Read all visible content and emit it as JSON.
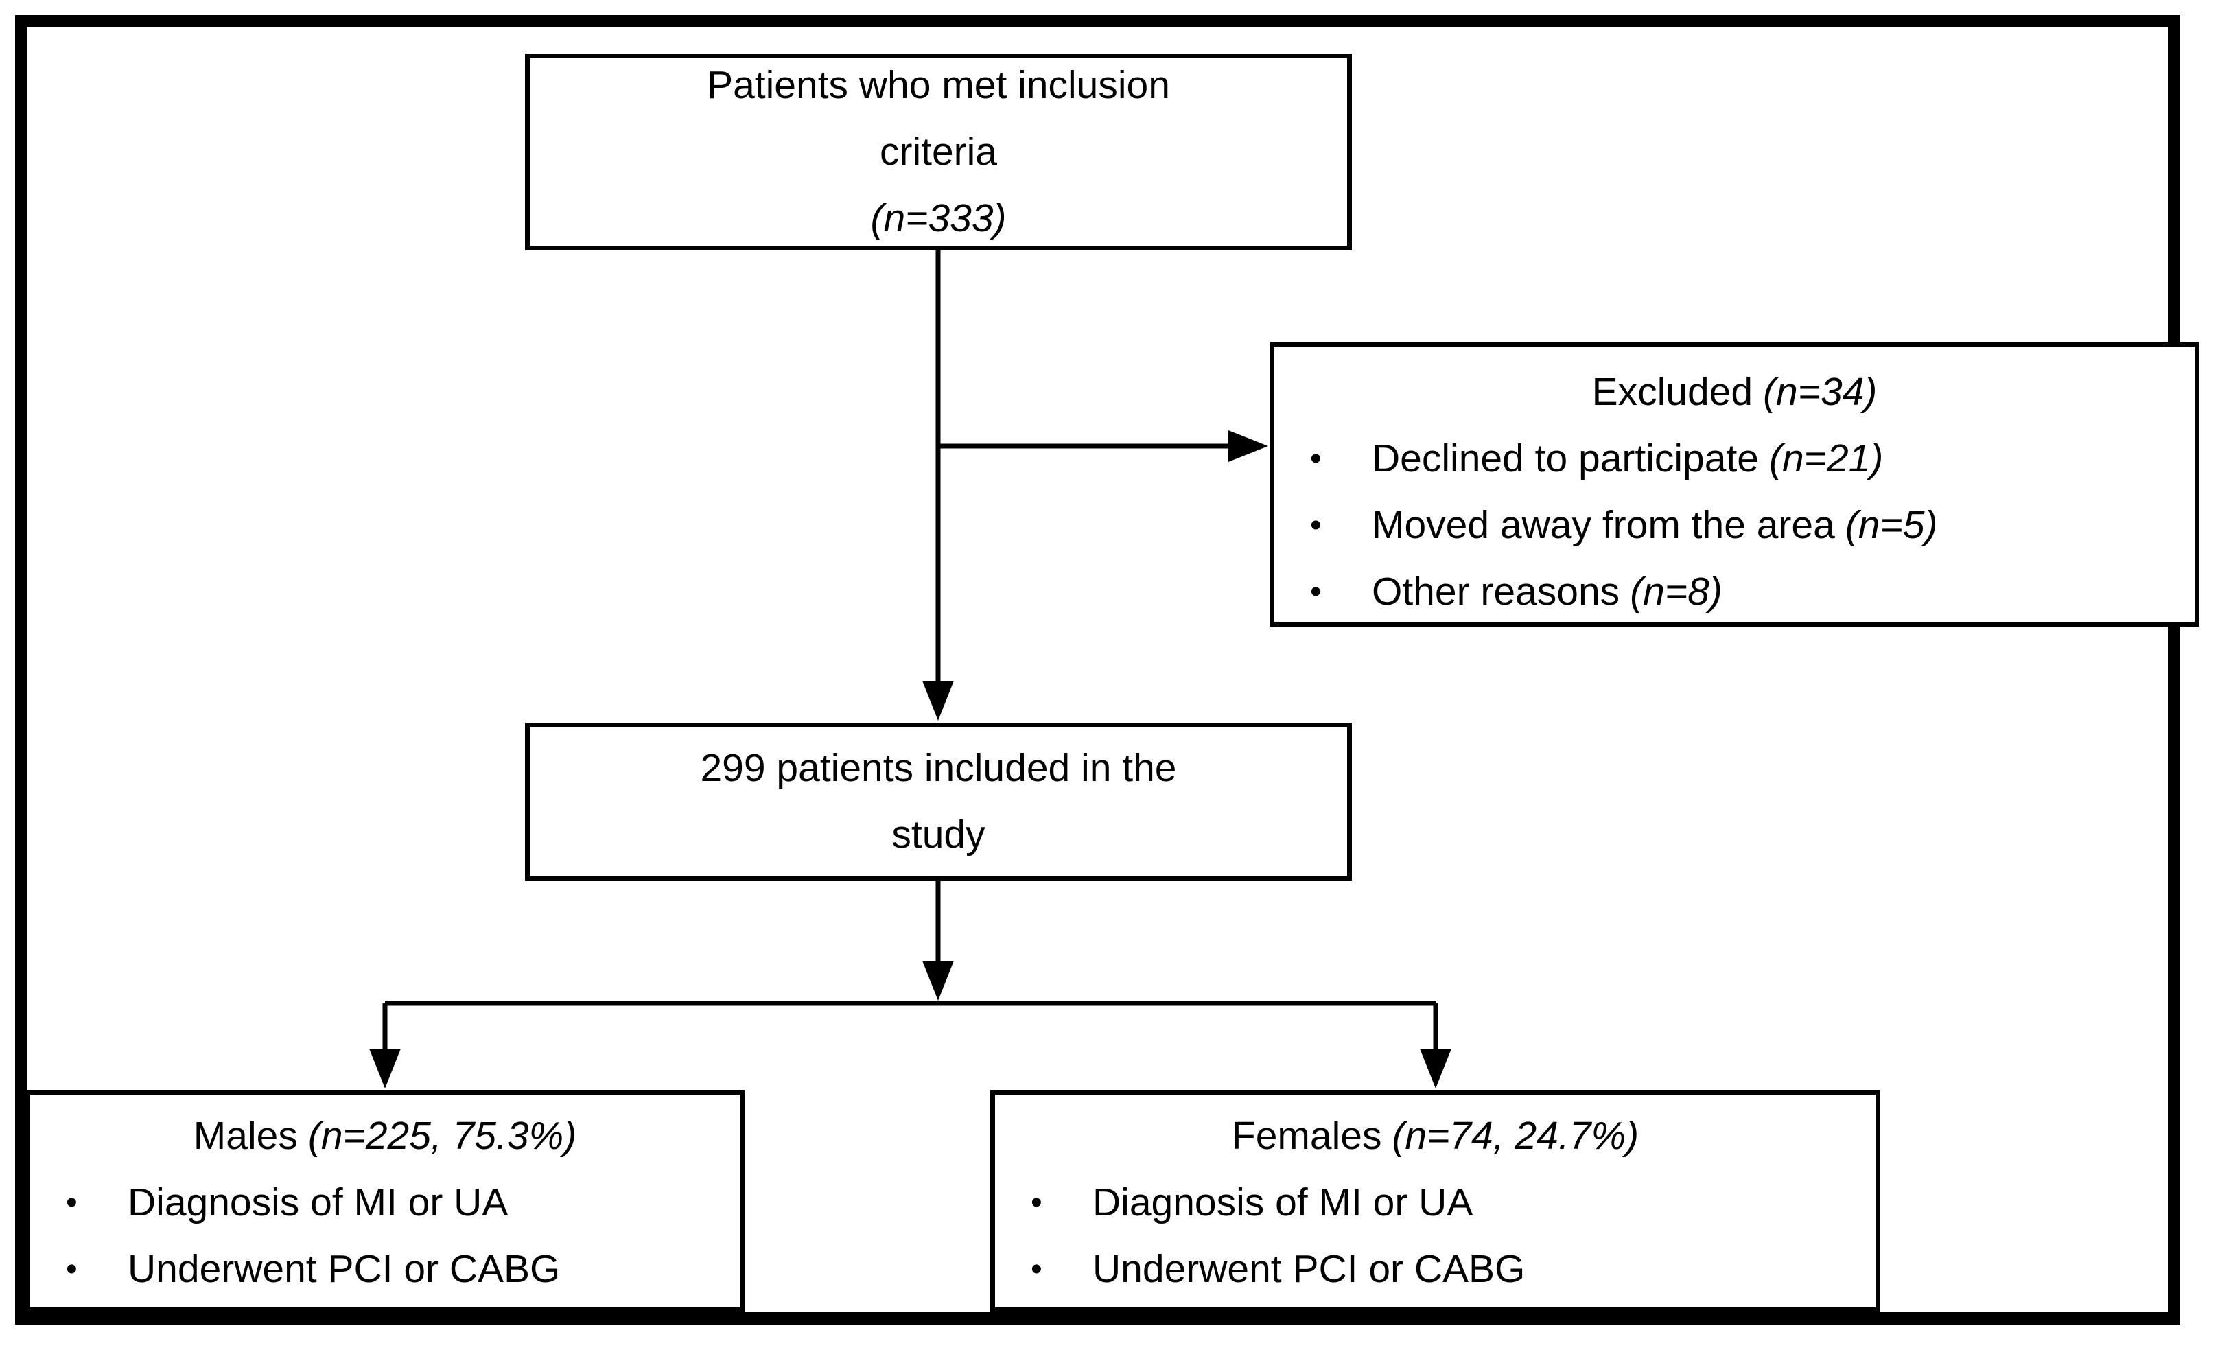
{
  "flowchart": {
    "bullet_char": "•",
    "colors": {
      "line": "#000000",
      "box_background": "#ffffff",
      "text": "#000000"
    },
    "inclusion_box": {
      "line1": "Patients who met inclusion",
      "line2": "criteria",
      "n": "(n=333)"
    },
    "excluded_box": {
      "title": "Excluded",
      "title_n": "(n=34)",
      "bullets": [
        {
          "text": "Declined to participate",
          "n": "(n=21)"
        },
        {
          "text": "Moved away from the area",
          "n": "(n=5)"
        },
        {
          "text": "Other reasons",
          "n": "(n=8)"
        }
      ]
    },
    "included_box": {
      "line1": "299 patients included in the",
      "line2": "study"
    },
    "males_box": {
      "title": "Males",
      "title_n": "(n=225, 75.3%)",
      "bullets": [
        {
          "text": "Diagnosis of MI or UA"
        },
        {
          "text": "Underwent PCI or CABG"
        }
      ]
    },
    "females_box": {
      "title": "Females",
      "title_n": "(n=74, 24.7%)",
      "bullets": [
        {
          "text": "Diagnosis of MI or UA"
        },
        {
          "text": "Underwent PCI or CABG"
        }
      ]
    }
  }
}
